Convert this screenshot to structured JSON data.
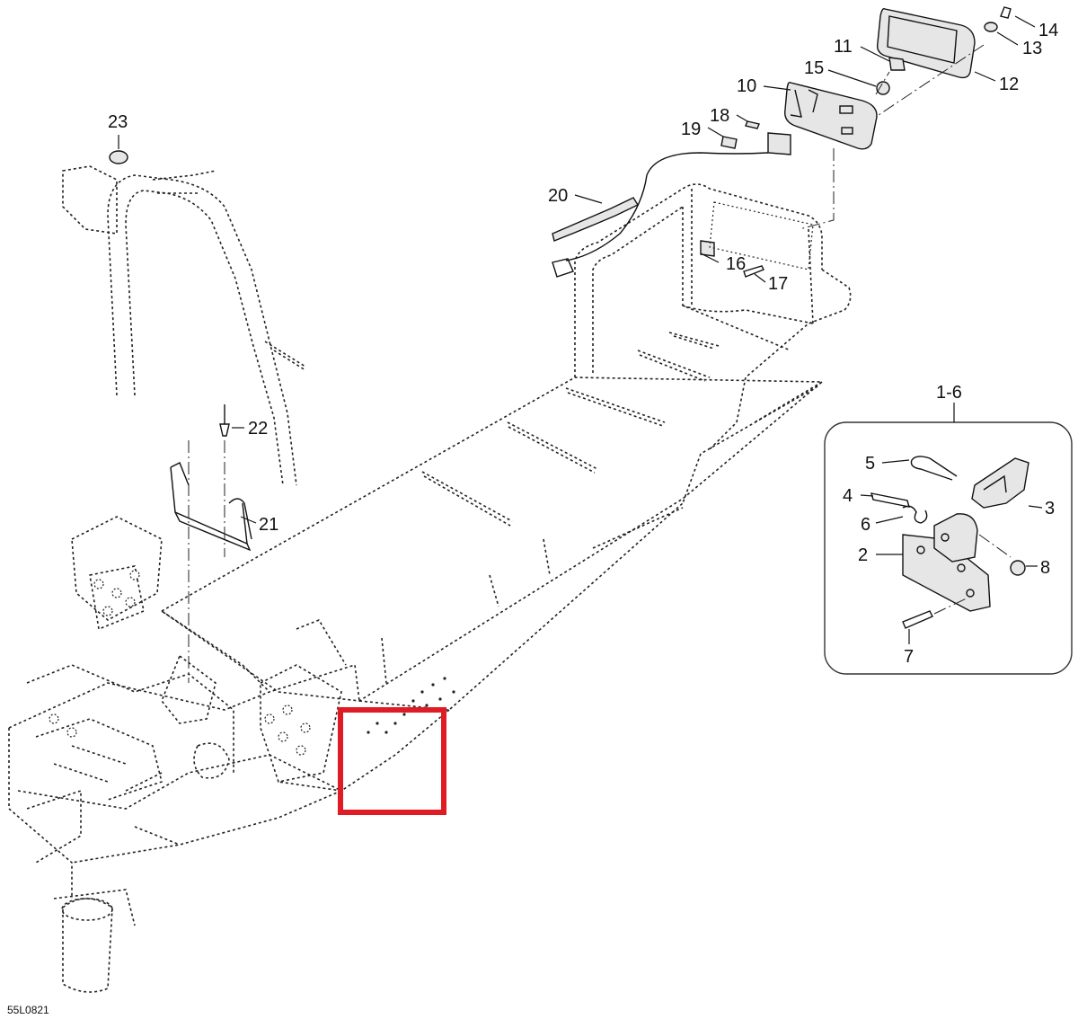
{
  "diagram": {
    "drawing_code": "55L0821",
    "callouts": [
      {
        "id": "c14",
        "label": "14"
      },
      {
        "id": "c13",
        "label": "13"
      },
      {
        "id": "c12",
        "label": "12"
      },
      {
        "id": "c11",
        "label": "11"
      },
      {
        "id": "c15",
        "label": "15"
      },
      {
        "id": "c10",
        "label": "10"
      },
      {
        "id": "c18",
        "label": "18"
      },
      {
        "id": "c19",
        "label": "19"
      },
      {
        "id": "c20",
        "label": "20"
      },
      {
        "id": "c16",
        "label": "16"
      },
      {
        "id": "c17",
        "label": "17"
      },
      {
        "id": "c23",
        "label": "23"
      },
      {
        "id": "c22",
        "label": "22"
      },
      {
        "id": "c21",
        "label": "21"
      },
      {
        "id": "c1_6",
        "label": "1-6"
      },
      {
        "id": "c5",
        "label": "5"
      },
      {
        "id": "c4",
        "label": "4"
      },
      {
        "id": "c6",
        "label": "6"
      },
      {
        "id": "c3",
        "label": "3"
      },
      {
        "id": "c2",
        "label": "2"
      },
      {
        "id": "c8",
        "label": "8"
      },
      {
        "id": "c7",
        "label": "7"
      }
    ],
    "highlight": {
      "color": "#e01b24"
    }
  }
}
